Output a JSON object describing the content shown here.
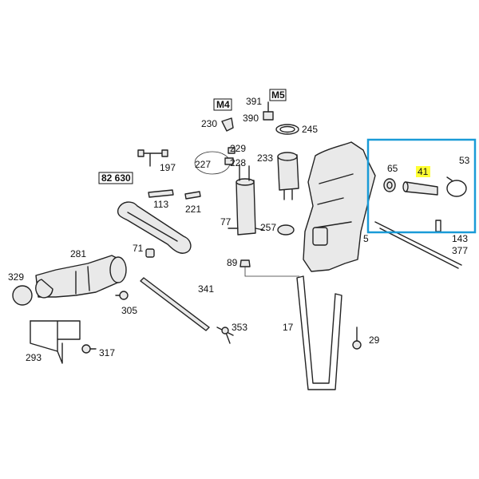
{
  "highlight_color": "#1a9bd7",
  "label_highlight_color": "#ffff33",
  "labels": {
    "l391": "391",
    "m5": "M5",
    "m4": "M4",
    "l230": "230",
    "l390": "390",
    "l245": "245",
    "l229": "229",
    "l227": "227",
    "l228": "228",
    "l197": "197",
    "l233": "233",
    "l82630": "82 630",
    "l113": "113",
    "l221": "221",
    "l77": "77",
    "l257": "257",
    "l71": "71",
    "l281": "281",
    "l89": "89",
    "l329": "329",
    "l305": "305",
    "l341": "341",
    "l353": "353",
    "l293": "293",
    "l317": "317",
    "l17": "17",
    "l29": "29",
    "l65": "65",
    "l41": "41",
    "l53": "53",
    "l5": "5",
    "l143": "143",
    "l377": "377"
  }
}
